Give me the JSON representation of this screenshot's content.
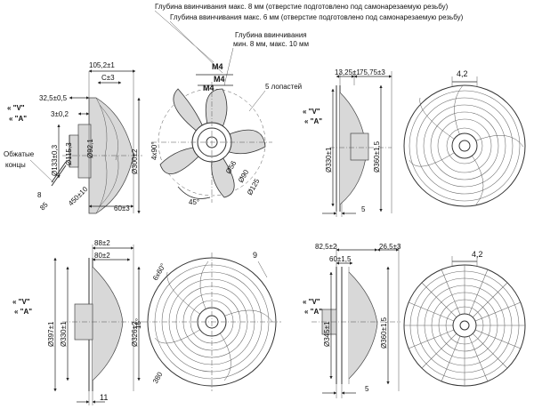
{
  "notes": {
    "depth_max8": "Глубина ввинчивания макс. 8 мм (отверстие подготовлено под самонарезаемую резьбу)",
    "depth_max6": "Глубина ввинчивания макс. 6 мм (отверстие подготовлено под самонарезаемую резьбу)",
    "depth_line1": "Глубина ввинчивания",
    "depth_line2": "мин. 8 мм, макс. 10 мм",
    "blades": "5 лопастей",
    "crimped_line1": "Обжатые",
    "crimped_line2": "концы"
  },
  "labels": {
    "m4_a": "M4",
    "m4_b": "M4",
    "m4_c": "M4",
    "v": "« \"V\"",
    "a": "« \"A\"",
    "v2": "« \"V\"",
    "a2": "« \"A\"",
    "v3": "« \"V\"",
    "a3": "« \"A\"",
    "v4": "« \"V\"",
    "a4": "« \"A\""
  },
  "view1": {
    "d105": "105,2±1",
    "c43": "C±3",
    "d32": "32,5±0,5",
    "d3": "3±0,2",
    "d133": "Ø133±0,3",
    "d115": "Ø115,3",
    "d92": "Ø92,1",
    "d300": "Ø300±2",
    "d8": "8",
    "d85": "85",
    "d450": "450±10",
    "d60": "60±3"
  },
  "view2": {
    "angle4x90": "4x90°",
    "angle45": "45°",
    "d56": "Ø56",
    "d90": "Ø90",
    "d125": "Ø125"
  },
  "view3": {
    "d1325": "13,25±1",
    "d7575": "75,75±3",
    "d330": "Ø330±1",
    "d360": "Ø360±1,5",
    "d5": "5"
  },
  "view4": {
    "d42": "4,2"
  },
  "view5": {
    "d88": "88±2",
    "d80": "80±2",
    "d397": "Ø397±1",
    "d330": "Ø330±1",
    "d326": "Ø326±2",
    "d11": "11"
  },
  "view6": {
    "angle6x60": "6x60°",
    "angle15": "15°",
    "d380": "380",
    "d9": "9"
  },
  "view7": {
    "d825": "82,5±2",
    "d265": "26,5±3",
    "d60": "60±1,5",
    "d345": "Ø345±1",
    "d360": "Ø360±1,5",
    "d5": "5"
  },
  "view8": {
    "d42": "4,2"
  }
}
